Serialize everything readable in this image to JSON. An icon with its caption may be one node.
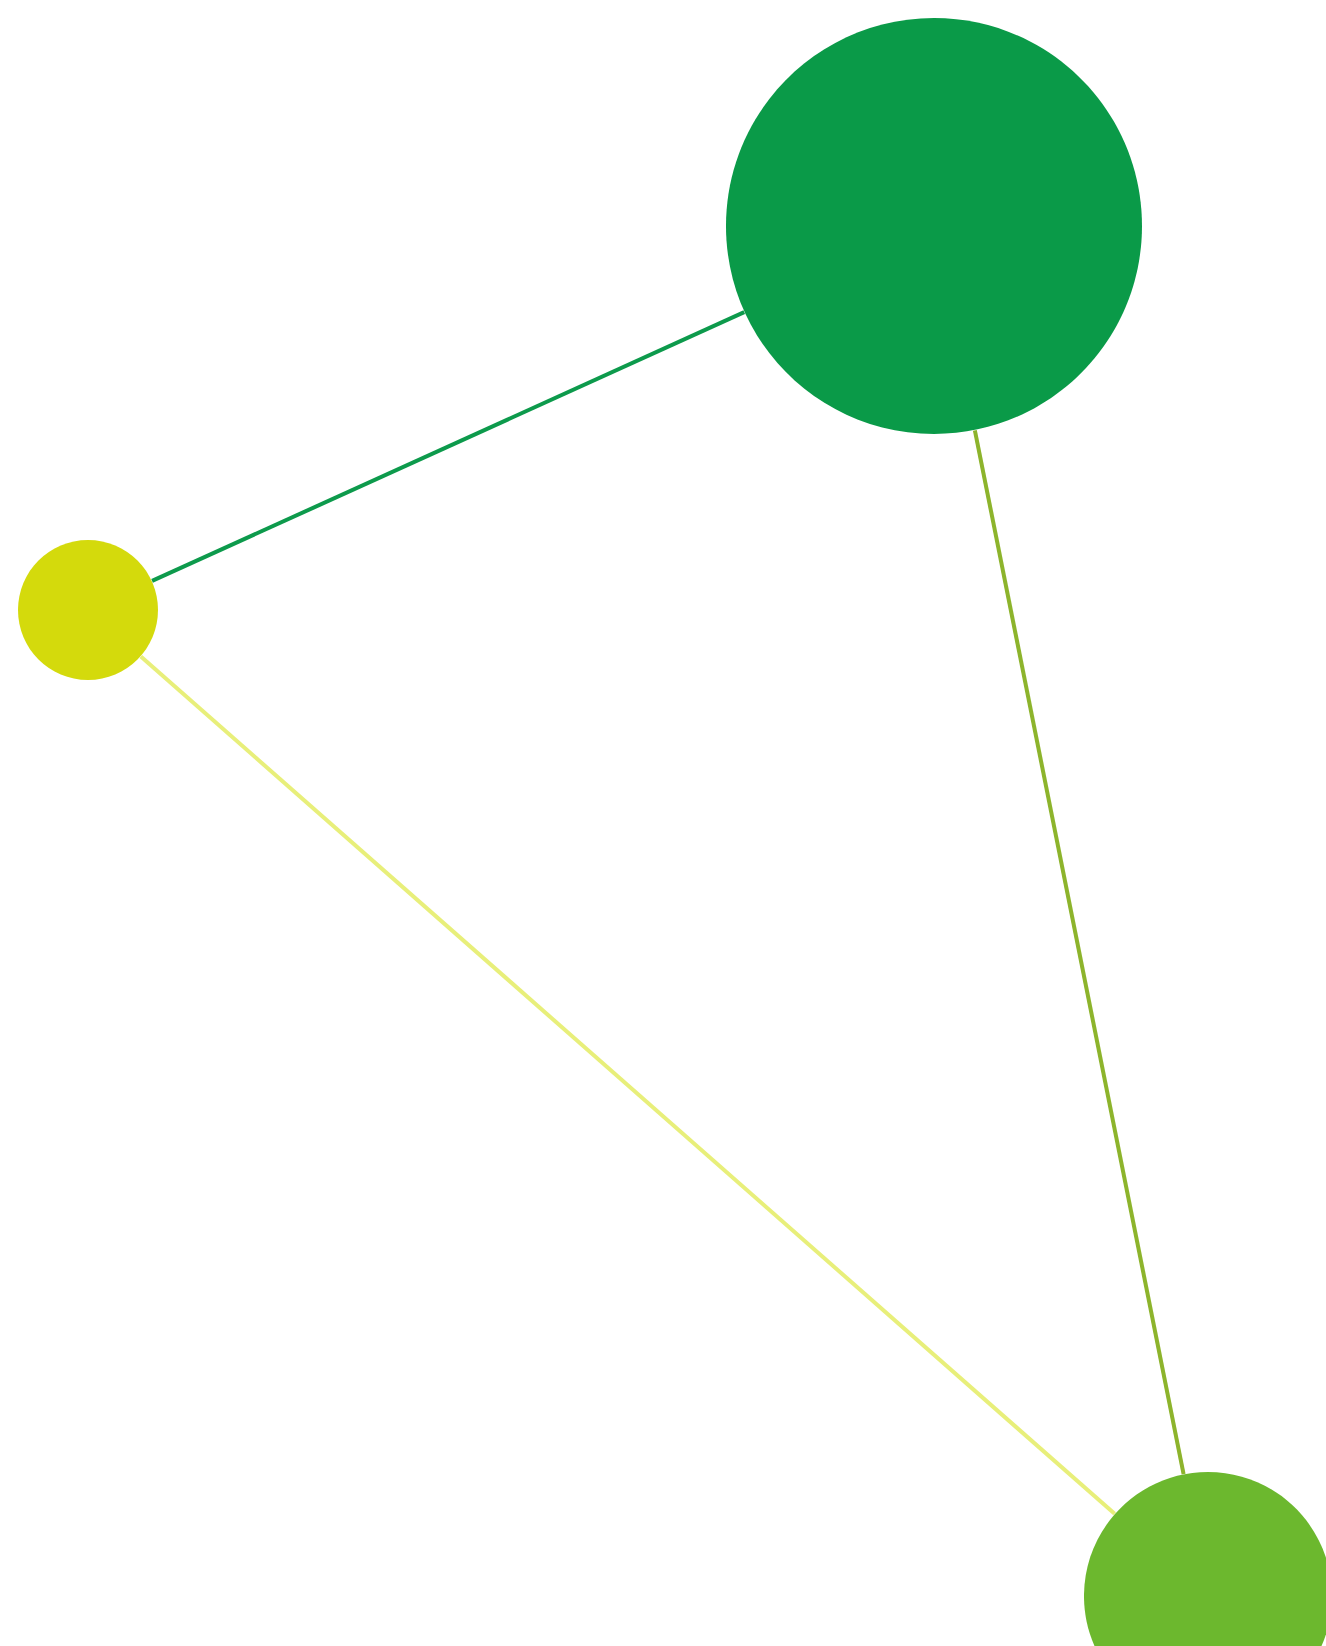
{
  "diagram": {
    "nodes": [
      {
        "text": [],
        "shape": "circle"
      },
      {
        "text": [],
        "shape": "circle"
      },
      {
        "text": [],
        "shape": "circle"
      }
    ],
    "edges": [
      {
        "from": 0,
        "to": 1,
        "arrow": "none",
        "color": "#0d9a4c"
      },
      {
        "from": 0,
        "to": 2,
        "arrow": "none",
        "color": "#8db42c"
      },
      {
        "from": 1,
        "to": 2,
        "arrow": "none",
        "color": "#e8ef7a"
      }
    ]
  }
}
